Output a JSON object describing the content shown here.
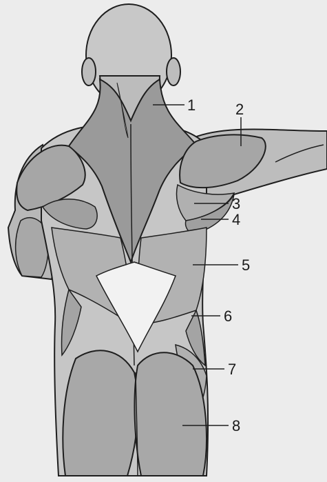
{
  "labels": [
    {
      "text": "1",
      "target": "trapezius-upper"
    },
    {
      "text": "2",
      "target": "deltoid"
    },
    {
      "text": "3",
      "target": "teres-minor"
    },
    {
      "text": "4",
      "target": "teres-major"
    },
    {
      "text": "5",
      "target": "latissimus-dorsi"
    },
    {
      "text": "6",
      "target": "external-oblique"
    },
    {
      "text": "7",
      "target": "gluteus-medius"
    },
    {
      "text": "8",
      "target": "gluteus-maximus"
    }
  ],
  "colors": {
    "background": "#ececec",
    "skin": "#c6c6c6",
    "muscle_dark": "#9a9a9a",
    "muscle_mid": "#b4b4b4",
    "highlight": "#f2f2f2",
    "outline": "#1e1e1e"
  }
}
